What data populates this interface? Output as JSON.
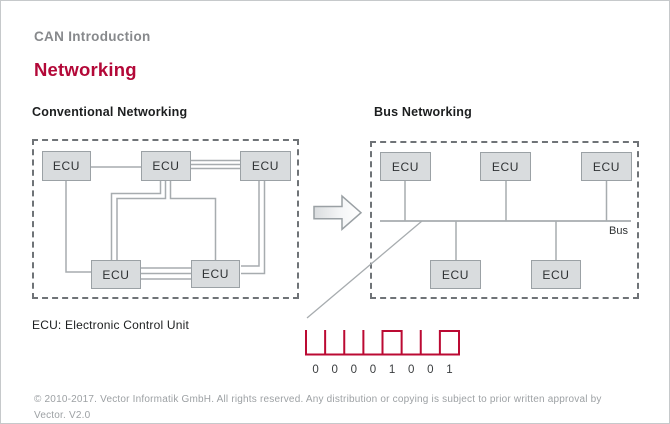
{
  "slide": {
    "pretitle": "CAN Introduction",
    "title": "Networking"
  },
  "conventional": {
    "heading": "Conventional Networking",
    "nodes": [
      "ECU",
      "ECU",
      "ECU",
      "ECU",
      "ECU"
    ]
  },
  "bus": {
    "heading": "Bus Networking",
    "nodes": [
      "ECU",
      "ECU",
      "ECU",
      "ECU",
      "ECU"
    ],
    "bus_label": "Bus"
  },
  "caption": "ECU: Electronic Control Unit",
  "waveform": {
    "bits": [
      "0",
      "0",
      "0",
      "0",
      "1",
      "0",
      "0",
      "1"
    ]
  },
  "footer": {
    "line1": "© 2010-2017. Vector Informatik GmbH. All rights reserved. Any distribution or copying is subject to prior written approval by",
    "line2": "Vector. V2.0"
  },
  "colors": {
    "accent_red": "#b30838",
    "waveform_red": "#bb0a33",
    "connector_gray": "#a7acaf",
    "node_fill": "#d9dcde",
    "node_border": "#9ba1a5",
    "dashed_border": "#6f7377"
  }
}
